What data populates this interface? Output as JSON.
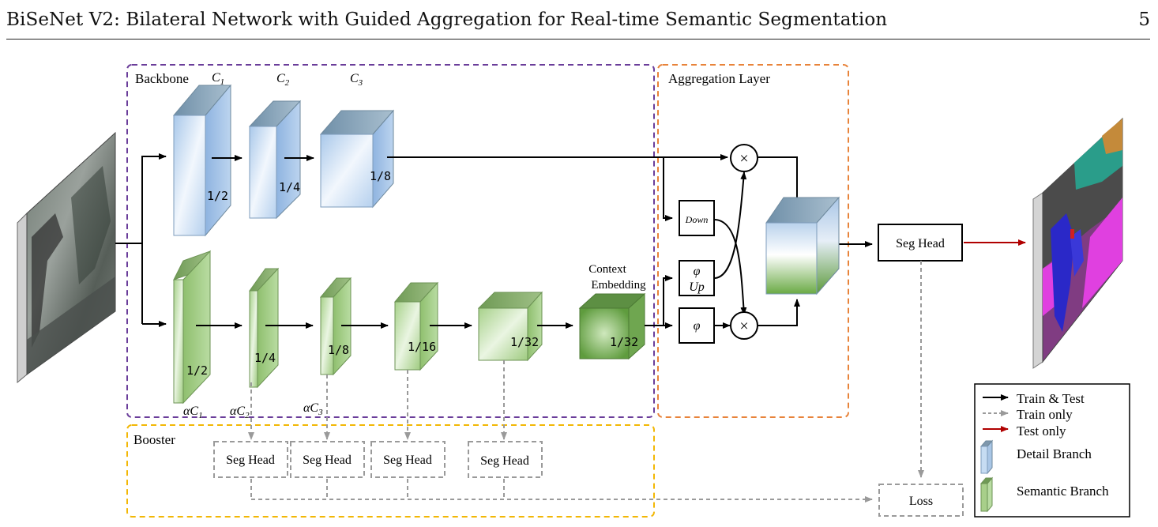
{
  "header": {
    "title": "BiSeNet V2: Bilateral Network with Guided Aggregation for Real-time Semantic Segmentation",
    "page": "5"
  },
  "regions": {
    "backbone": "Backbone",
    "aggregation": "Aggregation Layer",
    "booster": "Booster"
  },
  "detail": {
    "c1": "C",
    "s1": "1",
    "c2": "C",
    "s2": "2",
    "c3": "C",
    "s3": "3",
    "r1": "1/2",
    "r2": "1/4",
    "r3": "1/8"
  },
  "semantic": {
    "a1": "αC",
    "as1": "1",
    "a2": "αC",
    "as2": "2",
    "a3": "αC",
    "as3": "3",
    "r1": "1/2",
    "r2": "1/4",
    "r3": "1/8",
    "r4": "1/16",
    "r5": "1/32",
    "ce_l1": "Context",
    "ce_l2": "Embedding",
    "ce_r": "1/32"
  },
  "agg": {
    "down": "Down",
    "phi": "φ",
    "up": "Up",
    "phi2": "φ",
    "times": "×"
  },
  "seghead": "Seg Head",
  "booster_heads": [
    "Seg Head",
    "Seg Head",
    "Seg Head",
    "Seg Head"
  ],
  "loss": "Loss",
  "legend": {
    "train_test": "Train & Test",
    "train_only": "Train only",
    "test_only": "Test only",
    "detail": "Detail Branch",
    "semantic": "Semantic Branch"
  },
  "colors": {
    "purple": "#6a3d9a",
    "orange": "#e8833a",
    "yellow": "#f2b705",
    "blue": "#c6dcf2",
    "green": "#a8cf8a",
    "red": "#b00000",
    "gray": "#9a9a9a"
  }
}
